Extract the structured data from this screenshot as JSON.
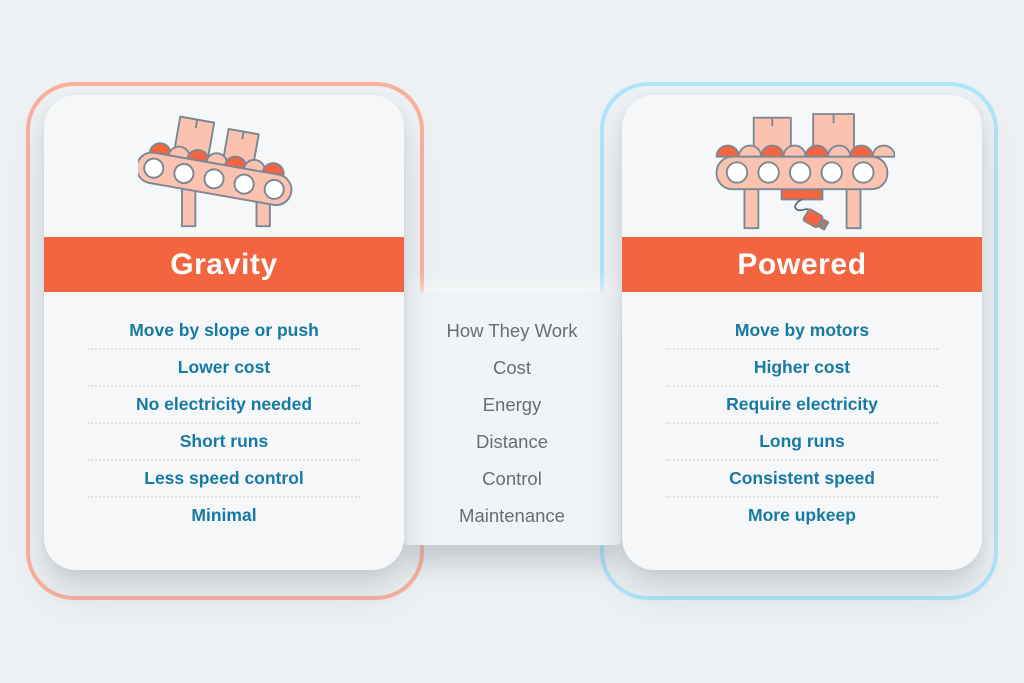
{
  "page": {
    "type": "comparison-infographic",
    "background_color": "#EDF1F3"
  },
  "categories": {
    "items": [
      "How They Work",
      "Cost",
      "Energy",
      "Distance",
      "Control",
      "Maintenance"
    ]
  },
  "gravity": {
    "title": "Gravity",
    "icon": "gravity-conveyor-icon",
    "frame_color": "#F9B09C",
    "values": [
      "Move by slope or push",
      "Lower cost",
      "No electricity needed",
      "Short runs",
      "Less speed control",
      "Minimal"
    ]
  },
  "powered": {
    "title": "Powered",
    "icon": "powered-conveyor-icon",
    "frame_color": "#AEE5FA",
    "values": [
      "Move by motors",
      "Higher cost",
      "Require electricity",
      "Long runs",
      "Consistent speed",
      "More upkeep"
    ]
  },
  "colors": {
    "header_bg": "#F2653E",
    "header_text": "#FFFFFF",
    "value_text": "#177AA3",
    "category_text": "#6A6E72",
    "illustration_fill": "#FBC2B0",
    "illustration_accent": "#F4643E",
    "illustration_outline": "#7B8794"
  }
}
